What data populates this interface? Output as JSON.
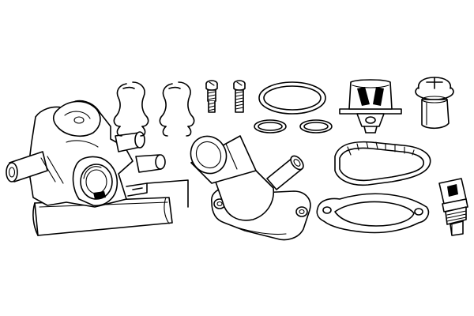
{
  "diagram": {
    "line_color": "#000000",
    "background": "#ffffff",
    "parts": [
      {
        "name": "thermostat-housing-assembly",
        "icon": "pipe-housing-icon"
      },
      {
        "name": "retaining-clip-left",
        "icon": "spring-clip-icon"
      },
      {
        "name": "retaining-clip-right",
        "icon": "spring-clip-icon"
      },
      {
        "name": "screw-small",
        "icon": "screw-icon"
      },
      {
        "name": "screw-bolt",
        "icon": "bolt-icon"
      },
      {
        "name": "o-ring-large",
        "icon": "o-ring-icon"
      },
      {
        "name": "o-ring-small-left",
        "icon": "o-ring-icon"
      },
      {
        "name": "o-ring-small-right",
        "icon": "o-ring-icon"
      },
      {
        "name": "thermostat-insert",
        "icon": "thermostat-icon"
      },
      {
        "name": "bleed-plug",
        "icon": "plug-icon"
      },
      {
        "name": "coolant-flange",
        "icon": "flange-icon"
      },
      {
        "name": "housing-seal",
        "icon": "seal-icon"
      },
      {
        "name": "flange-gasket",
        "icon": "gasket-icon"
      },
      {
        "name": "temperature-sensor",
        "icon": "sensor-icon"
      }
    ]
  }
}
